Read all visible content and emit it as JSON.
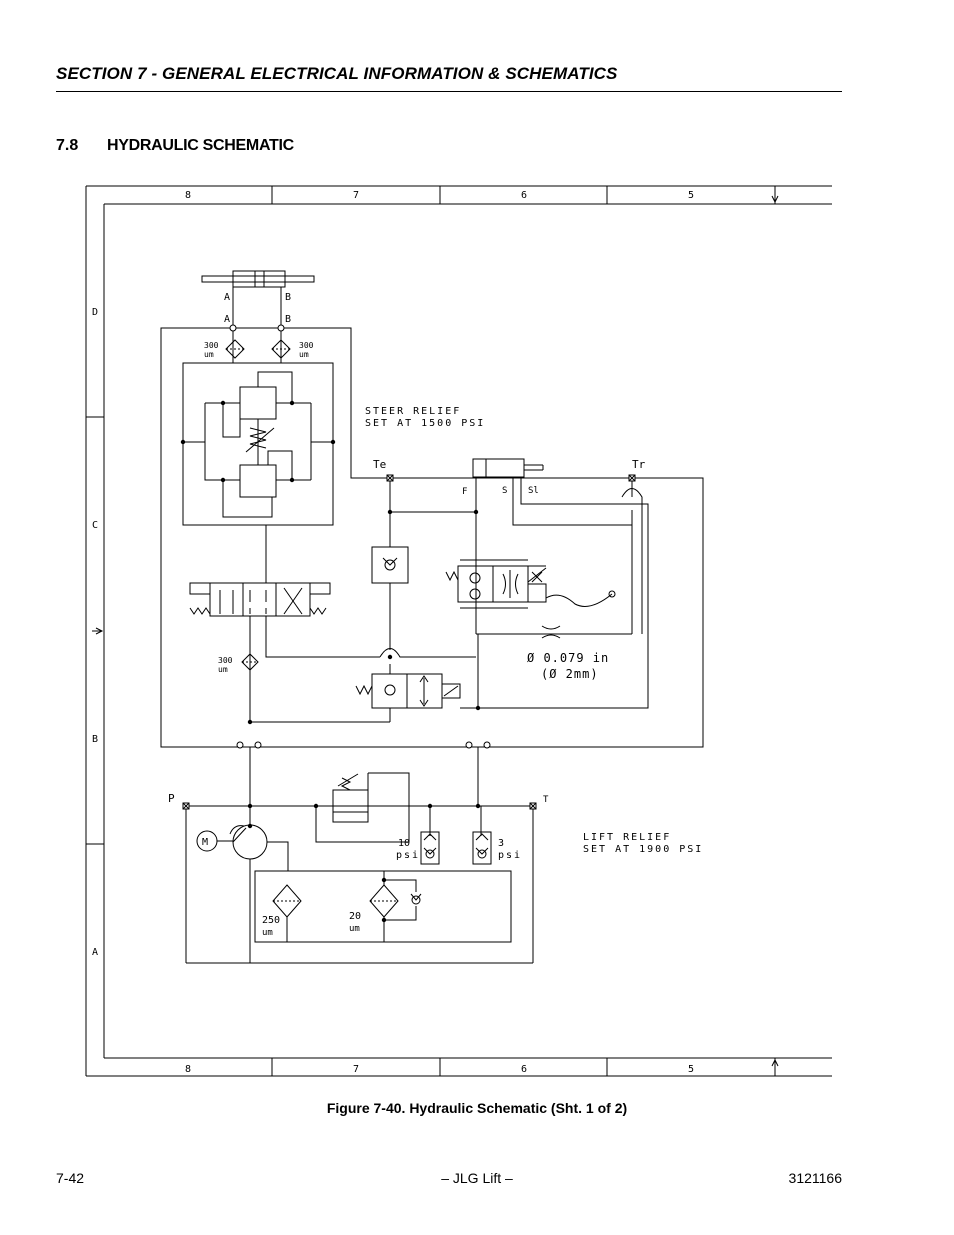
{
  "header": {
    "section_title": "SECTION 7 - GENERAL ELECTRICAL INFORMATION & SCHEMATICS"
  },
  "section": {
    "number": "7.8",
    "title": "HYDRAULIC SCHEMATIC"
  },
  "border": {
    "columns": [
      "8",
      "7",
      "6",
      "5"
    ],
    "rows": [
      "D",
      "C",
      "B",
      "A"
    ]
  },
  "schematic": {
    "ports": {
      "cyl_a": "A",
      "cyl_b": "B",
      "manifold_a": "A",
      "manifold_b": "B",
      "te": "Te",
      "tr": "Tr",
      "f": "F",
      "s": "S",
      "sl": "Sl",
      "p": "P",
      "t": "T"
    },
    "filters": {
      "fa_val": "300",
      "fa_unit": "um",
      "fb_val": "300",
      "fb_unit": "um",
      "fc_val": "300",
      "fc_unit": "um",
      "suction_val": "250",
      "suction_unit": "um",
      "return_val": "20",
      "return_unit": "um"
    },
    "checks": {
      "c10_val": "10",
      "c10_unit": "psi",
      "c3_val": "3",
      "c3_unit": "psi"
    },
    "notes": {
      "steer_relief_1": "STEER RELIEF",
      "steer_relief_2": "SET AT 1500 PSI",
      "orifice_1": "Ø 0.079 in",
      "orifice_2": "(Ø 2mm)",
      "lift_relief_1": "LIFT RELIEF",
      "lift_relief_2": "SET AT 1900 PSI"
    },
    "motor_label": "M"
  },
  "caption": "Figure 7-40.  Hydraulic Schematic (Sht. 1 of 2)",
  "footer": {
    "page": "7-42",
    "center": "– JLG Lift –",
    "doc": "3121166"
  }
}
